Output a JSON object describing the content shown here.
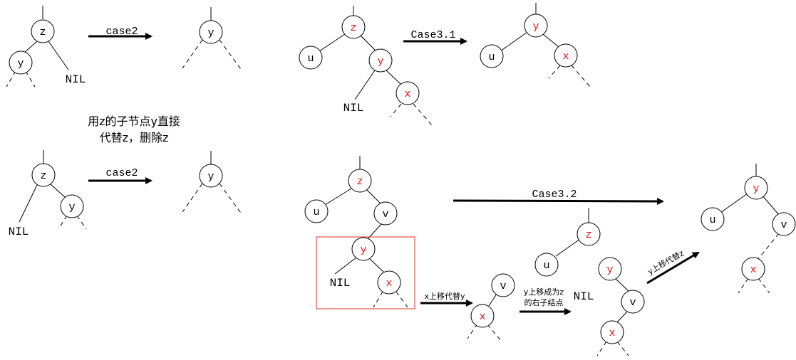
{
  "colors": {
    "red": "#e0141b",
    "black": "#000000",
    "box": "#d93333"
  },
  "nodes": {
    "z": "z",
    "y": "y",
    "x": "x",
    "u": "u",
    "v": "v",
    "nil": "NIL"
  },
  "arrows": {
    "case2_top": "case2",
    "case2_bottom": "case2",
    "case3_1": "Case3.1",
    "case3_2": "Case3.2",
    "x_replace_y": "x上移代替y",
    "y_move_line1": "y上移成为z",
    "y_move_line2": "的右子结点",
    "y_replace_z": "y上移代替z"
  },
  "caption": {
    "line1": "用z的子节点y直接",
    "line2": "代替z，删除z"
  }
}
